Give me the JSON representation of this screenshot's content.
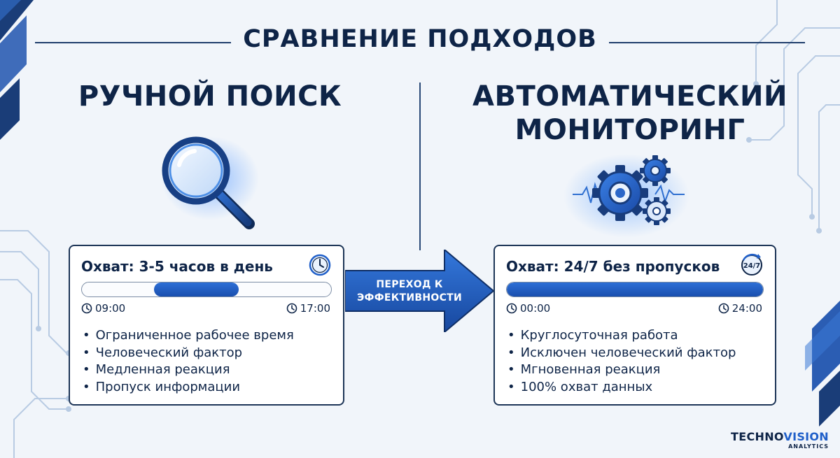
{
  "header": {
    "title": "СРАВНЕНИЕ ПОДХОДОВ"
  },
  "left": {
    "title": "РУЧНОЙ ПОИСК",
    "icon": "magnifier-icon",
    "card": {
      "coverage": "Охват: 3-5 часов в день",
      "icon": "clock-icon",
      "bar": {
        "start": 0.29,
        "end": 0.63
      },
      "time_start": "09:00",
      "time_end": "17:00",
      "bullets": [
        "Ограниченное рабочее время",
        "Человеческий фактор",
        "Медленная реакция",
        "Пропуск информации"
      ]
    }
  },
  "arrow": {
    "line1": "ПЕРЕХОД К",
    "line2": "ЭФФЕКТИВНОСТИ"
  },
  "right": {
    "title_line1": "АВТОМАТИЧЕСКИЙ",
    "title_line2": "МОНИТОРИНГ",
    "icon": "gears-icon",
    "card": {
      "coverage": "Охват: 24/7 без пропусков",
      "icon": "24-7-icon",
      "icon_text": "24/7",
      "bar": {
        "start": 0.0,
        "end": 1.0
      },
      "time_start": "00:00",
      "time_end": "24:00",
      "bullets": [
        "Круглосуточная работа",
        "Исключен человеческий фактор",
        "Мгновенная реакция",
        "100% охват данных"
      ]
    }
  },
  "logo": {
    "main_dark": "TECHNO",
    "main_accent": "VISION",
    "sub": "ANALYTICS"
  },
  "colors": {
    "navy": "#0e2447",
    "accent": "#1f5fc9",
    "light": "#dce8f7"
  }
}
